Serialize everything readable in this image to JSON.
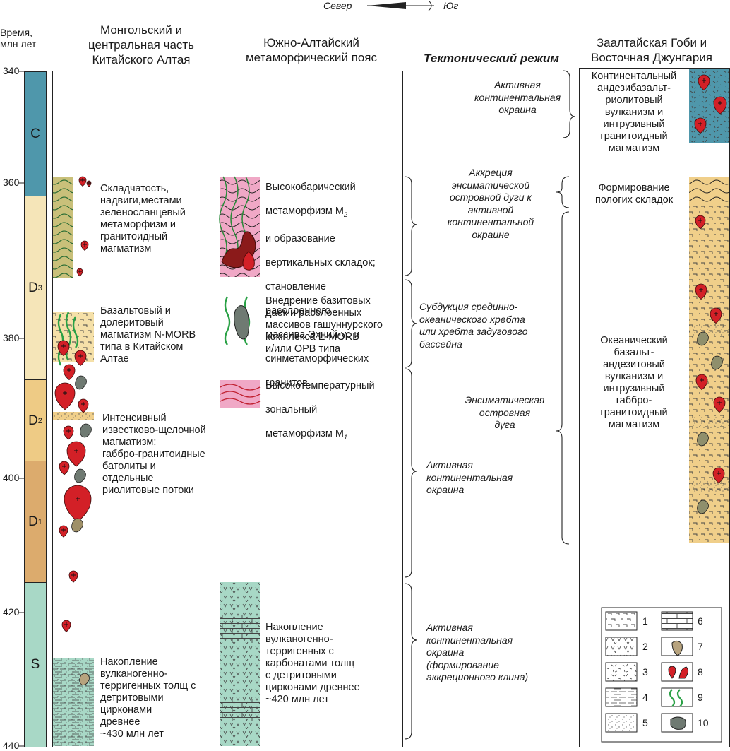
{
  "direction": {
    "north": "Север",
    "south": "Юг"
  },
  "time_axis": {
    "title": "Время,\nмлн лет",
    "ticks": [
      "340",
      "360",
      "380",
      "400",
      "420",
      "440"
    ]
  },
  "periods": [
    {
      "label": "C",
      "color": "#4f97ab"
    },
    {
      "label": "D",
      "sub": "3",
      "color": "#f5e5b8"
    },
    {
      "label": "D",
      "sub": "2",
      "color": "#eecb85"
    },
    {
      "label": "D",
      "sub": "1",
      "color": "#dcab6d"
    },
    {
      "label": "S",
      "color": "#a8d8c6"
    }
  ],
  "headers": {
    "mongol": "Монгольский и\nцентральная часть\nКитайского Алтая",
    "south_altai": "Южно-Алтайский\nметаморфический пояс",
    "tectonic": "Тектонический режим",
    "trans_altai": "Заалтайская Гоби и\nВосточная Джунгария"
  },
  "mongol_notes": {
    "folding": "Складчатость,\nнадвиги,местами\nзеленосланцевый\nметаморфизм и\nгранитоидный\nмагматизм",
    "basalt": "Базальтовый и\nдолеритовый\nмагматизм N-MORB\nтипа в Китайском\nАлтае",
    "calc_alkaline": "Интенсивный\nизвестково-щелочной\nмагматизм:\nгаббро-гранитоидные\nбатолиты и\nотдельные\nриолитовые потоки",
    "accumulation": "Накопление\nвулканогенно-\nтерригенных толщ с\nдетритовыми\nцирконами\nдревнее\n~430 млн лет"
  },
  "south_altai_notes": {
    "hp_lines": [
      "Высокобарический",
      "метаморфизм M",
      "и образование",
      "вертикальных складок;",
      "становление",
      "расслоенного",
      "массива Эхний-ус и",
      "синметаморфических",
      "гранитов"
    ],
    "hp_sub": "2",
    "mafic": "Внедрение базитовых\nдаек и расслоенных\nмассивов гашуннурского\nкомплекса E-MORB\nи/или OPB типа",
    "ht_lines": [
      "Высокотемпературный",
      "зональный",
      "метаморфизм M"
    ],
    "ht_sub": "1",
    "accumulation": "Накопление\nвулканогенно-\nтерригенных с\nкарбонатами толщ\nс детритовыми\nцирконами древнее\n~420 млн лет"
  },
  "tectonic_regimes": [
    "Активная\nконтинентальная\nокраина",
    "Аккреция\nэнсиматической\nостровной дуги к\nактивной\nконтинентальной\nокраине",
    "Субдукция срединно-\nокеанического хребта\nили хребта задугового\nбассейна",
    "Энсиматическая\nостровная\nдуга",
    "Активная\nконтинентальная\nокраина",
    "Активная\nконтинентальная\nокраина\n(формирование\nаккреционного клина)"
  ],
  "trans_altai_notes": {
    "volcanism": "Континентальный\nандезибазальт-\nриолитовый\nвулканизм и\nинтрузивный\nгранитоидный\nмагматизм",
    "folds": "Формирование\nпологих складок",
    "oceanic": "Океанический\nбазальт-\nандезитовый\nвулканизм и\nинтрузивный\nгаббро-\nгранитоидный\nмагматизм"
  },
  "legend": [
    "1",
    "2",
    "3",
    "4",
    "5",
    "6",
    "7",
    "8",
    "9",
    "10"
  ],
  "colors": {
    "granite_red": "#d32027",
    "mafic_gray": "#6f7a72",
    "green_dike": "#2aa146",
    "pink_metamorphic": "#f0a8c6",
    "sandy_fill": "#f0cf8a",
    "olive_fill": "#c9c07a",
    "teal_fill": "#a8d8c6",
    "blue_fill": "#4f97ab"
  }
}
